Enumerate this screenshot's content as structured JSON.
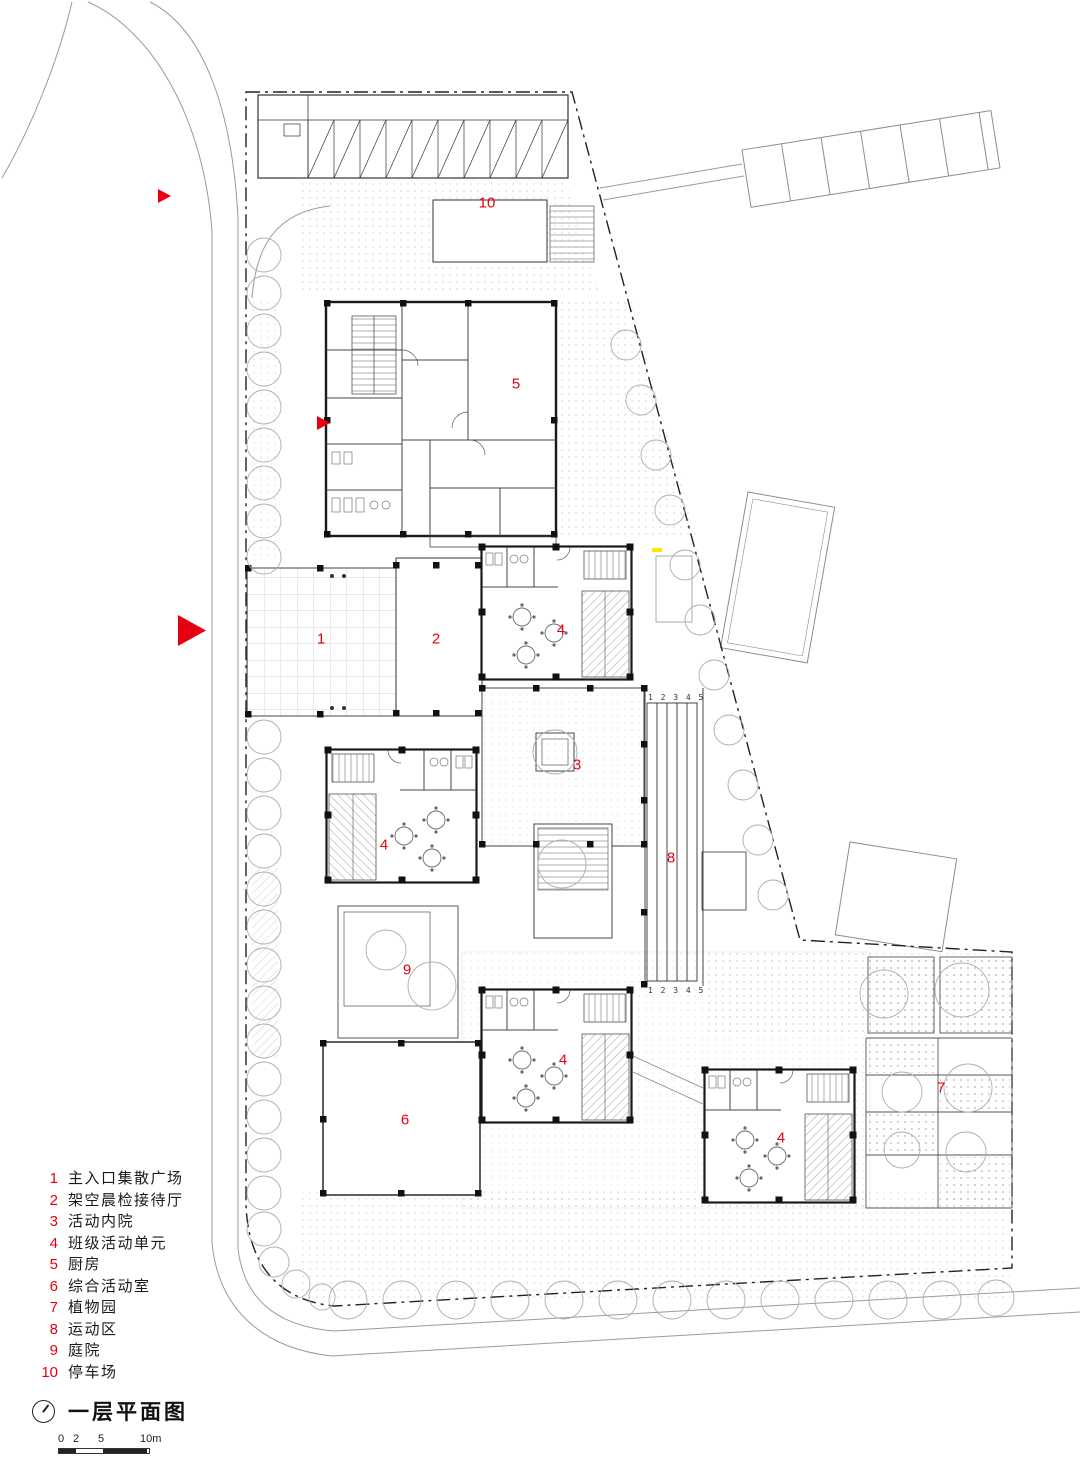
{
  "colors": {
    "accent": "#e60012",
    "line": "#1a1a1a",
    "context": "#999999"
  },
  "title_block": {
    "title": "一层平面图"
  },
  "scale_bar": [
    "0",
    "2",
    "5",
    "10m"
  ],
  "legend": [
    {
      "num": "1",
      "label": "主入口集散广场"
    },
    {
      "num": "2",
      "label": "架空晨检接待厅"
    },
    {
      "num": "3",
      "label": "活动内院"
    },
    {
      "num": "4",
      "label": "班级活动单元"
    },
    {
      "num": "5",
      "label": "厨房"
    },
    {
      "num": "6",
      "label": "综合活动室"
    },
    {
      "num": "7",
      "label": "植物园"
    },
    {
      "num": "8",
      "label": "运动区"
    },
    {
      "num": "9",
      "label": "庭院"
    },
    {
      "num": "10",
      "label": "停车场"
    }
  ],
  "plan_labels": [
    "10",
    "5",
    "1",
    "2",
    "4",
    "3",
    "4",
    "8",
    "9",
    "4",
    "6",
    "7",
    "4"
  ],
  "track": {
    "top": "1 2 3 4 5",
    "bottom": "1 2 3 4 5"
  }
}
